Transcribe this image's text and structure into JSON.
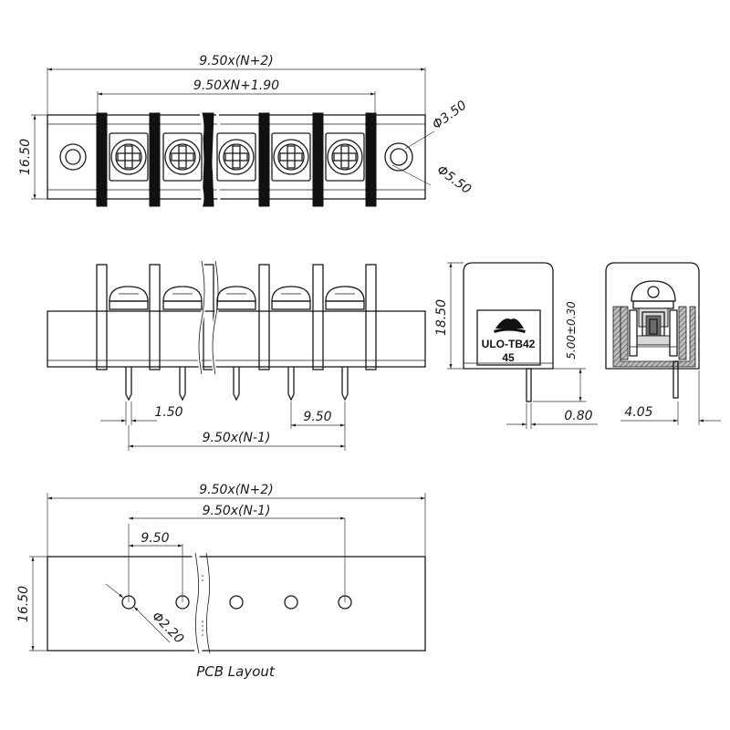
{
  "top_view": {
    "dim_overall": "9.50x(N+2)",
    "dim_inner": "9.50XN+1.90",
    "dim_height": "16.50",
    "dim_hole_small": "Φ3.50",
    "dim_hole_large": "Φ5.50"
  },
  "front_view": {
    "dim_pin_width": "1.50",
    "dim_pitch": "9.50",
    "dim_span": "9.50x(N-1)"
  },
  "side_view": {
    "dim_height": "18.50",
    "dim_pin_length": "5.00±0.30",
    "dim_pin_thickness": "0.80",
    "label_model": "ULO-TB42",
    "label_angle": "45"
  },
  "section_view": {
    "dim_offset": "4.05"
  },
  "pcb_layout": {
    "caption": "PCB Layout",
    "dim_overall": "9.50x(N+2)",
    "dim_span": "9.50x(N-1)",
    "dim_pitch": "9.50",
    "dim_height": "16.50",
    "dim_hole": "Φ2.20"
  }
}
